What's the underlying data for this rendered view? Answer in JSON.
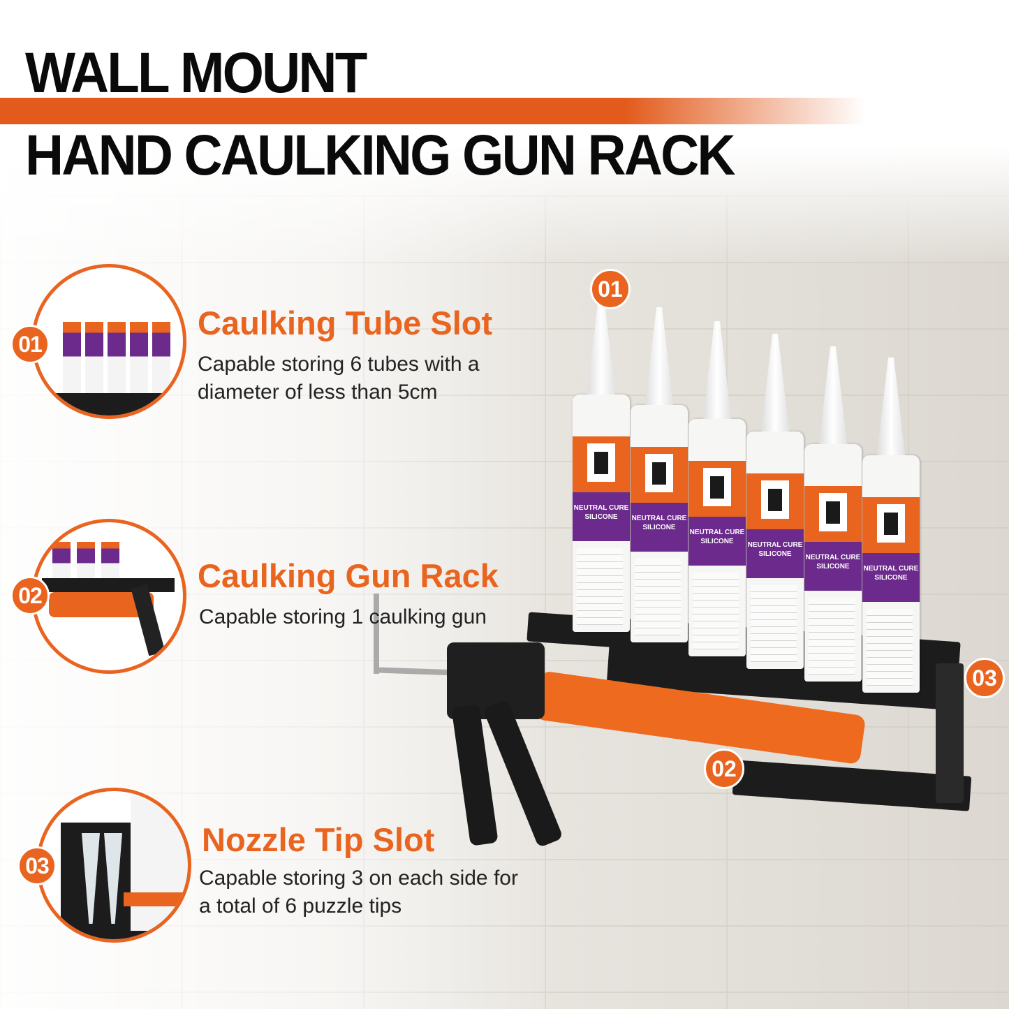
{
  "header": {
    "line1": "WALL MOUNT",
    "line2": "HAND CAULKING GUN RACK"
  },
  "colors": {
    "accent": "#e8641f",
    "title": "#0a0a0a",
    "tube_purple": "#6b2a8c"
  },
  "features": [
    {
      "number": "01",
      "title": "Caulking Tube Slot",
      "description": "Capable storing 6 tubes with a diameter of less than 5cm"
    },
    {
      "number": "02",
      "title": "Caulking Gun Rack",
      "description": "Capable storing 1 caulking gun"
    },
    {
      "number": "03",
      "title": "Nozzle Tip Slot",
      "description": "Capable storing 3 on each side for a total of 6 puzzle tips"
    }
  ],
  "product": {
    "tube_label": "NEUTRAL CURE SILICONE",
    "callouts": [
      "01",
      "02",
      "03"
    ]
  }
}
